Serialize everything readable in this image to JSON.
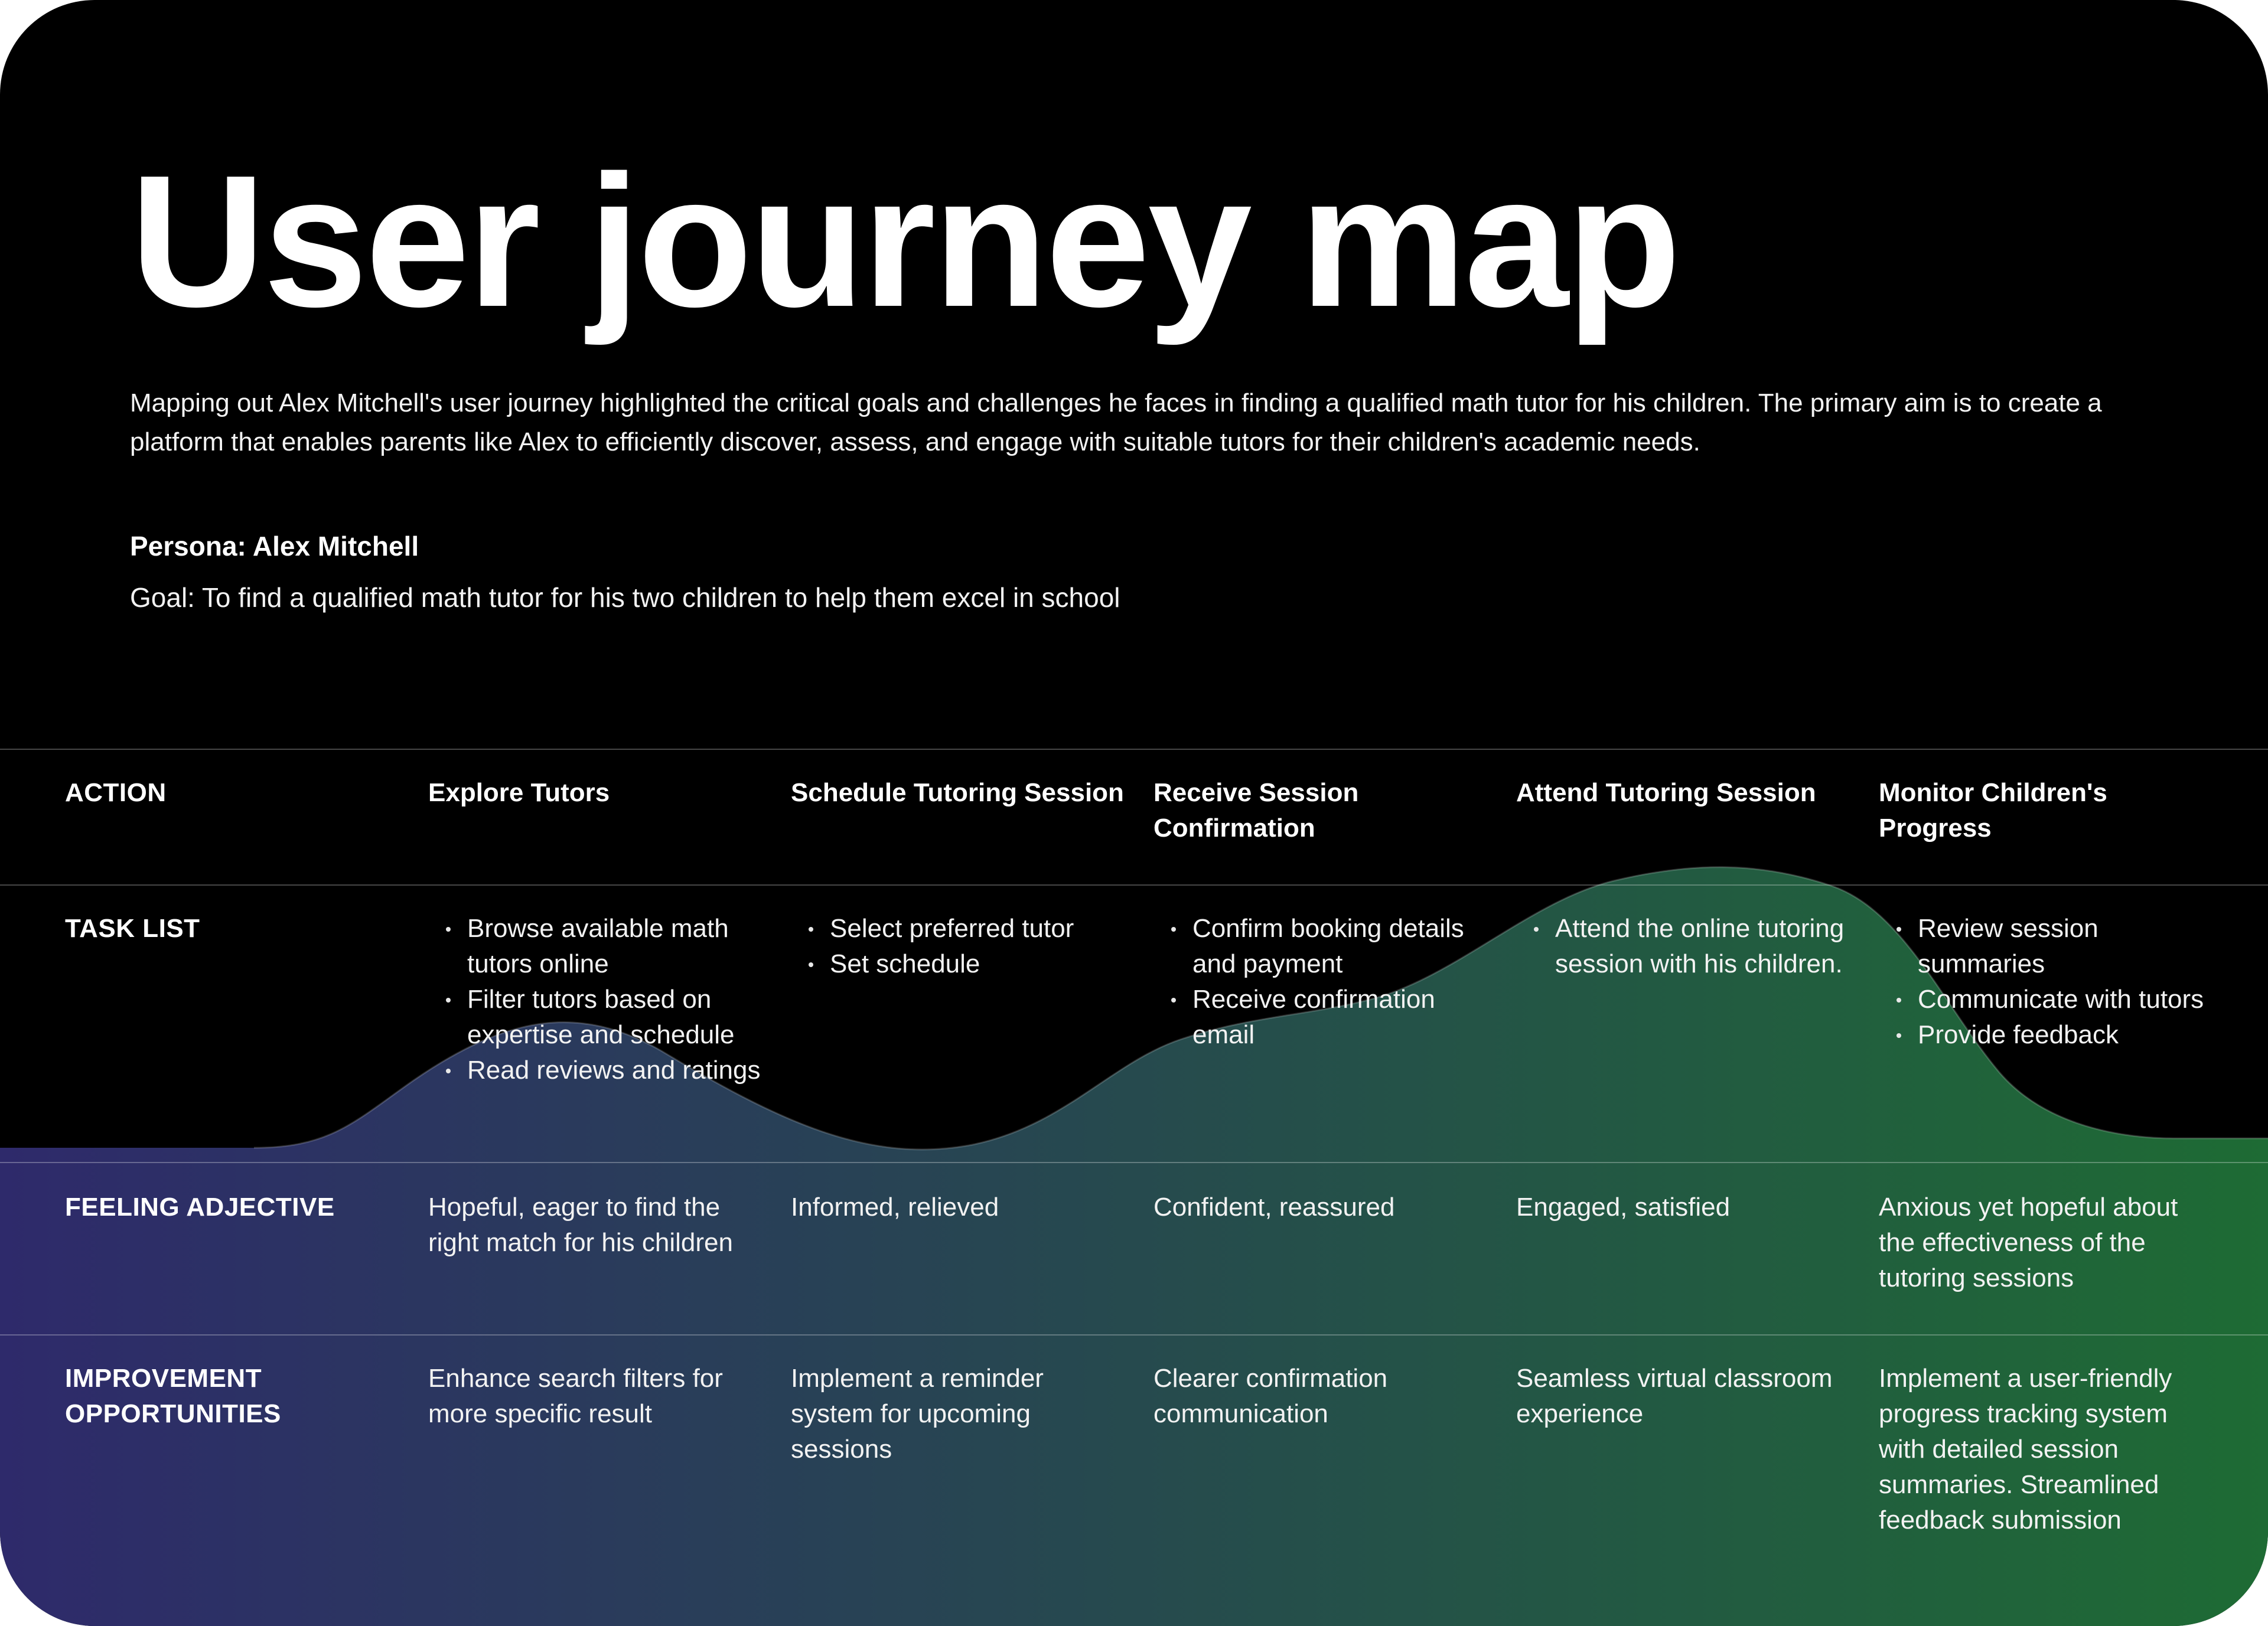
{
  "title": "User journey map",
  "intro": "Mapping out Alex Mitchell's user journey highlighted the critical goals and challenges he faces in finding a qualified math tutor for his children. The primary aim is to create a platform that enables parents like Alex to efficiently discover, assess, and engage with suitable tutors for their children's academic needs.",
  "persona": "Persona: Alex Mitchell",
  "goal": "Goal: To find a qualified math tutor for his two children to help them excel in school",
  "colors": {
    "background": "#000000",
    "gradient_start": "#2e2a6b",
    "gradient_end": "#1e6b34",
    "text": "#ffffff"
  },
  "rows": {
    "action": "ACTION",
    "task_list": "TASK LIST",
    "feeling": "FEELING ADJECTIVE",
    "improvement": "IMPROVEMENT OPPORTUNITIES"
  },
  "stages": [
    {
      "action": "Explore Tutors",
      "tasks": [
        "Browse available math tutors online",
        "Filter tutors based on expertise and schedule",
        "Read reviews and ratings"
      ],
      "feeling": "Hopeful, eager to find the right match for his children",
      "improvement": "Enhance search filters for more specific result"
    },
    {
      "action": "Schedule Tutoring Session",
      "tasks": [
        "Select preferred tutor",
        "Set schedule"
      ],
      "feeling": "Informed, relieved",
      "improvement": "Implement a reminder system for upcoming sessions"
    },
    {
      "action": "Receive Session Confirmation",
      "tasks": [
        "Confirm booking details and payment",
        "Receive confirmation email"
      ],
      "feeling": "Confident, reassured",
      "improvement": "Clearer confirmation communication"
    },
    {
      "action": "Attend Tutoring Session",
      "tasks": [
        "Attend the online tutoring session with his children."
      ],
      "feeling": "Engaged, satisfied",
      "improvement": "Seamless virtual classroom experience"
    },
    {
      "action": "Monitor Children's Progress",
      "tasks": [
        "Review session summaries",
        "Communicate with tutors",
        "Provide feedback"
      ],
      "feeling": "Anxious yet hopeful about the effectiveness of the tutoring sessions",
      "improvement": "Implement a user-friendly progress tracking system with detailed session summaries. Streamlined feedback submission"
    }
  ]
}
